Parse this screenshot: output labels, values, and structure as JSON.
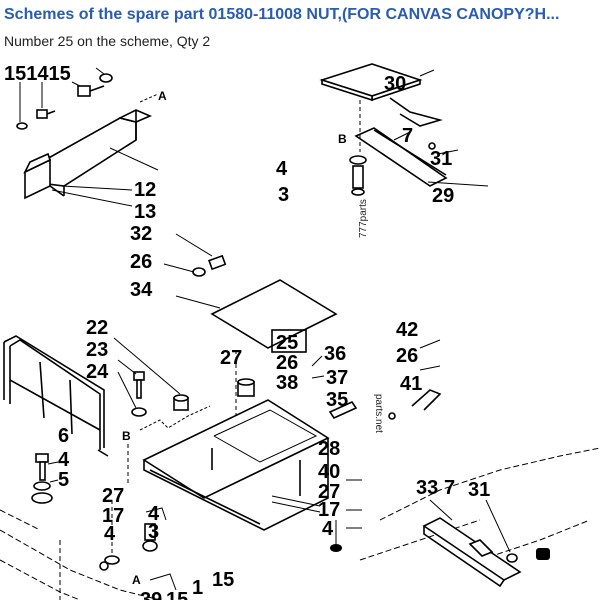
{
  "page": {
    "title": "Schemes of the spare part 01580-11008 NUT,(FOR CANVAS CANOPY?H...",
    "subtitle": "Number 25 on the scheme, Qty 2"
  },
  "diagram": {
    "watermarks": [
      "777parts",
      "parts.net"
    ],
    "callouts": {
      "c151415": "151415",
      "c30": "30",
      "c7a": "7",
      "c31a": "31",
      "c29": "29",
      "c4a": "4",
      "c3a": "3",
      "c12": "12",
      "c13": "13",
      "c32": "32",
      "c26a": "26",
      "c34": "34",
      "c22": "22",
      "c23": "23",
      "c24": "24",
      "c27a": "27",
      "c25": "25",
      "c26b": "26",
      "c38": "38",
      "c36": "36",
      "c37": "37",
      "c35": "35",
      "c42": "42",
      "c26c": "26",
      "c41": "41",
      "c6": "6",
      "c4b": "4",
      "c5": "5",
      "c28": "28",
      "c40": "40",
      "c27b": "27",
      "c27c": "27",
      "c17a": "17",
      "c4c": "4",
      "c3b": "3",
      "c4d": "4",
      "c17b": "17",
      "c4e": "4",
      "c33": "33",
      "c7b": "7",
      "c31b": "31",
      "c1": "1",
      "c15": "15",
      "c39": "39",
      "c15b": "15"
    },
    "arrow_letters": {
      "a1": "A",
      "b1": "B",
      "b2": "B",
      "a2": "A"
    }
  }
}
